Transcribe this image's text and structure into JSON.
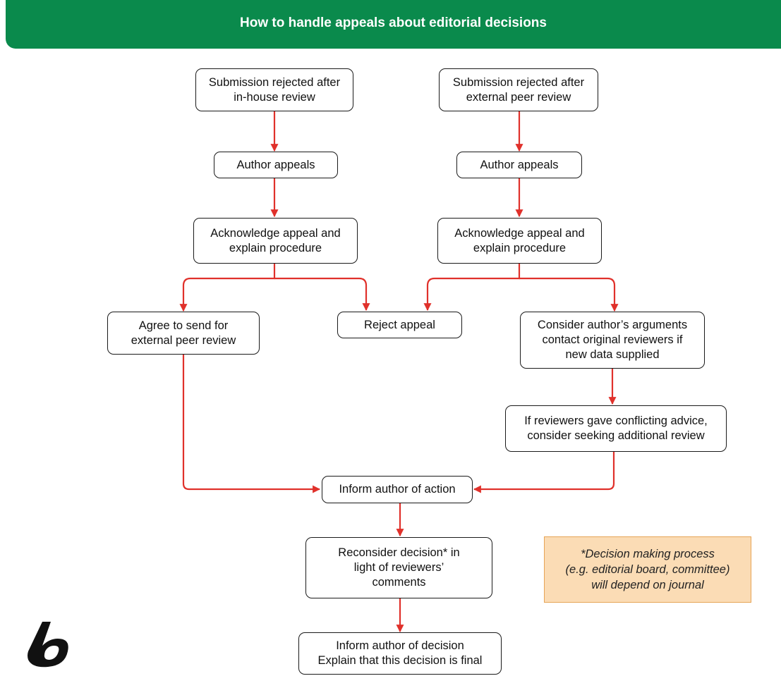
{
  "header": {
    "title": "How to handle appeals about editorial decisions"
  },
  "left": {
    "rejected": "Submission rejected after\nin-house review",
    "appeals": "Author appeals",
    "acknowledge": "Acknowledge appeal and\nexplain procedure",
    "agree": "Agree to send for\nexternal peer review"
  },
  "right": {
    "rejected": "Submission rejected after\nexternal peer review",
    "appeals": "Author appeals",
    "acknowledge": "Acknowledge appeal and\nexplain procedure",
    "consider": "Consider author’s arguments\ncontact original reviewers if\nnew data supplied",
    "conflict": "If reviewers gave conflicting advice,\nconsider seeking additional review"
  },
  "center": {
    "reject": "Reject appeal",
    "inform_action": "Inform author of action",
    "reconsider": "Reconsider decision* in\nlight of reviewers’\ncomments",
    "inform_decision": "Inform author of decision\nExplain that this decision is final"
  },
  "note": {
    "text": "*Decision making process\n(e.g. editorial board, committee)\nwill depend on journal"
  },
  "colors": {
    "banner": "#0a8a4c",
    "arrow": "#e0312b",
    "note_bg": "#fbdcb5"
  },
  "logo": {
    "name": "b-logo-icon"
  }
}
